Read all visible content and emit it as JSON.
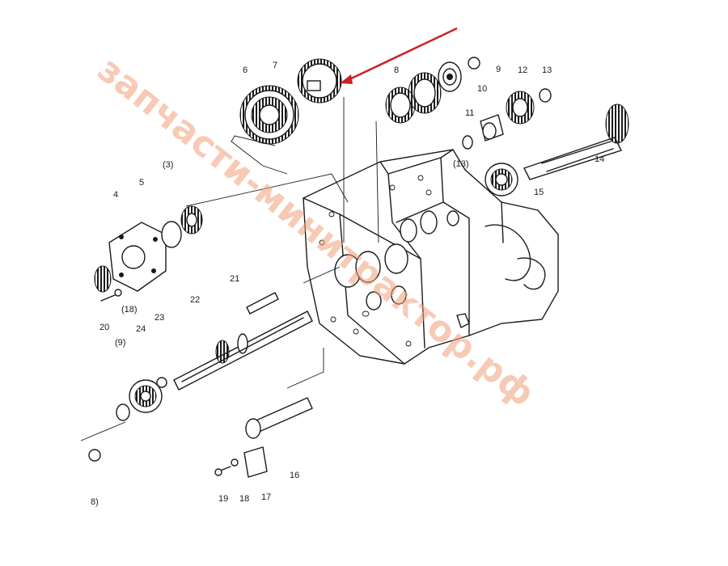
{
  "labels": {
    "p3": "(3)",
    "p4": "4",
    "p5": "5",
    "p6": "6",
    "p7": "7",
    "p8": "8",
    "p9": "9",
    "p10": "10",
    "p11": "11",
    "p12": "12",
    "p13": "13",
    "p13b": "(13)",
    "p14": "14",
    "p15": "15",
    "p16": "16",
    "p17": "17",
    "p18": "18",
    "p18b": "(18)",
    "p19": "19",
    "p20": "20",
    "p21": "21",
    "p22": "22",
    "p23": "23",
    "p24": "24",
    "p9b": "(9)",
    "p8b": "8)"
  },
  "watermark": "запчасти-минитрактор.рф",
  "colors": {
    "line": "#1a1a1a",
    "arrow": "#cc2222",
    "watermark": "#f2a07a"
  }
}
